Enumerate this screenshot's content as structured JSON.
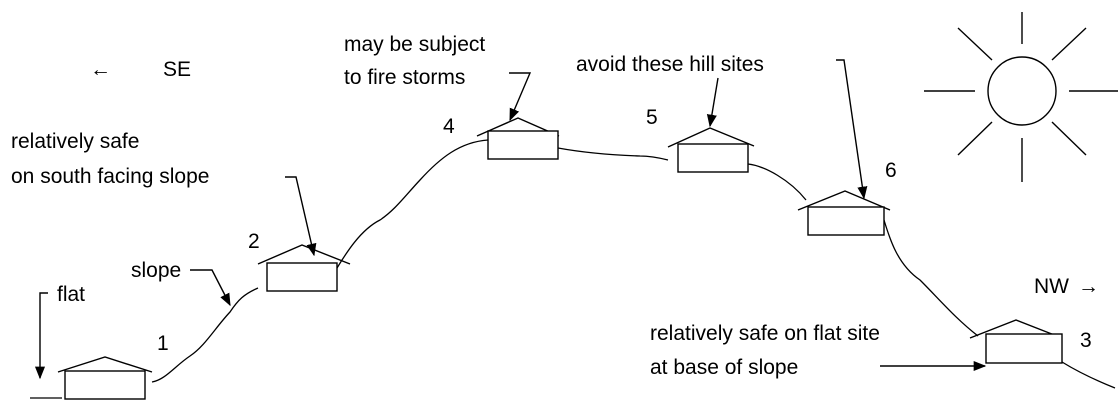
{
  "compass": {
    "left_arrow": "←",
    "left_dir": "SE",
    "right_dir": "NW",
    "right_arrow": "→"
  },
  "houses": [
    {
      "number": "1"
    },
    {
      "number": "2"
    },
    {
      "number": "4"
    },
    {
      "number": "5"
    },
    {
      "number": "6"
    },
    {
      "number": "3"
    }
  ],
  "labels": {
    "flat": "flat",
    "slope": "slope",
    "safe_south_line1": "relatively safe",
    "safe_south_line2": "on south facing slope",
    "fire_line1": "may be subject",
    "fire_line2": "to fire storms",
    "avoid": "avoid these hill sites",
    "safe_flat_line1": "relatively safe on flat site",
    "safe_flat_line2": "at base of slope"
  },
  "icons": [
    "sun-icon",
    "house-icon"
  ]
}
